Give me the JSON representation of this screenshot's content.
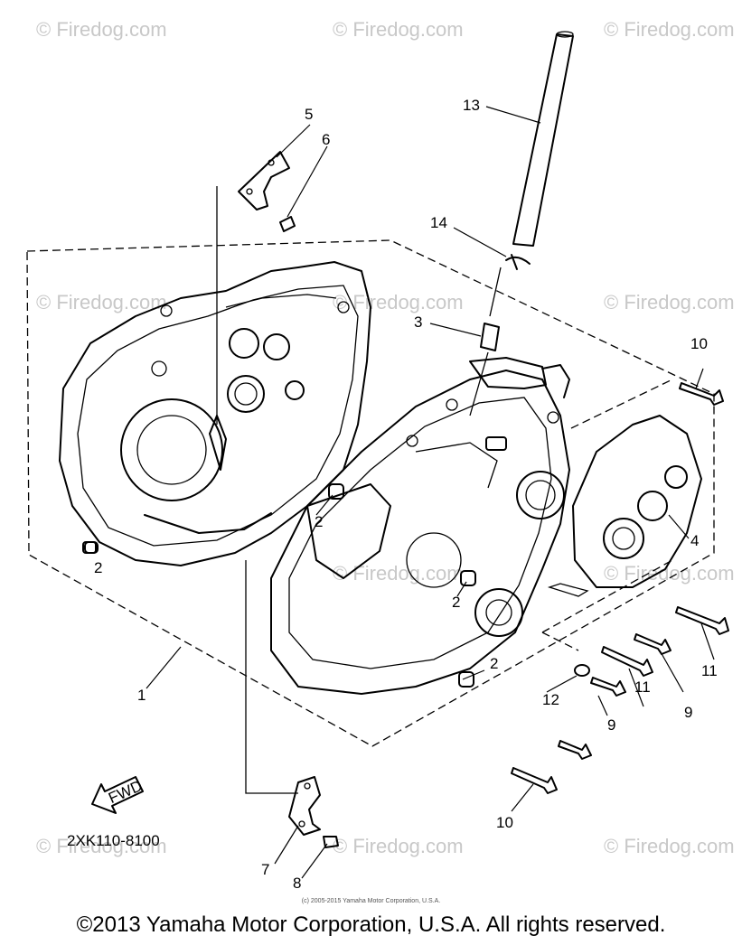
{
  "watermarks": [
    "© Firedog.com",
    "© Firedog.com",
    "© Firedog.com",
    "© Firedog.com",
    "© Firedog.com",
    "© Firedog.com",
    "© Firedog.com",
    "© Firedog.com",
    "© Firedog.com",
    "© Firedog.com",
    "© Firedog.com"
  ],
  "part_labels": [
    "1",
    "2",
    "2",
    "2",
    "2",
    "3",
    "4",
    "5",
    "6",
    "7",
    "8",
    "9",
    "9",
    "10",
    "10",
    "11",
    "11",
    "12",
    "13",
    "14"
  ],
  "fwd_label": "FWD",
  "diagram_code": "2XK110-8100",
  "small_copyright": "(c) 2005-2015 Yamaha Motor Corporation, U.S.A.",
  "copyright": "©2013 Yamaha Motor Corporation, U.S.A. All rights reserved."
}
